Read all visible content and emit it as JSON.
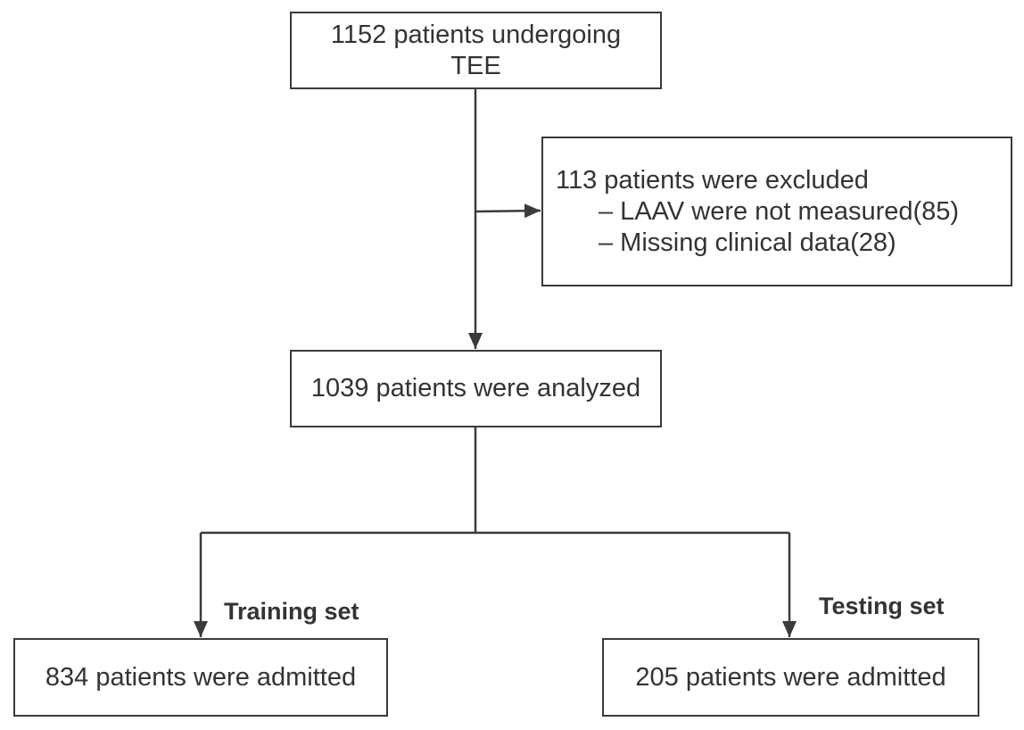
{
  "flowchart": {
    "start": {
      "line1": "1152 patients undergoing",
      "line2": "TEE"
    },
    "exclusion": {
      "title": "113 patients were excluded",
      "reasons": [
        "– LAAV were not measured(85)",
        "– Missing clinical data(28)"
      ]
    },
    "analyzed": "1039 patients were analyzed",
    "training": {
      "label": "Training set",
      "box": "834 patients were admitted"
    },
    "testing": {
      "label": "Testing set",
      "box": "205 patients were admitted"
    }
  },
  "colors": {
    "line": "#3a3a3a",
    "text": "#333333"
  }
}
